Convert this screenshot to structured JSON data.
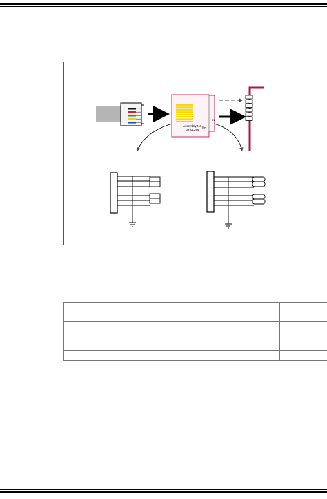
{
  "figure": {
    "module_label_line1": "Assembly No.",
    "module_label_line2": "02-01296",
    "module_label_suffix": "Rev",
    "module_side_label": "J1",
    "colors": {
      "module_border": "#c0306a",
      "module_fill": "#fdf2f6",
      "header_board": "#b0134a",
      "pad_yellow": "#f5d800",
      "cable_gray": "#b5b5b5"
    },
    "wire_colors": [
      "#111111",
      "#d42020",
      "#1e9a2a",
      "#f0d000",
      "#2040d0"
    ]
  },
  "table": {
    "rows": [
      [
        "",
        ""
      ],
      [
        "",
        ""
      ],
      [
        "",
        ""
      ],
      [
        "",
        ""
      ],
      [
        "",
        ""
      ]
    ]
  }
}
